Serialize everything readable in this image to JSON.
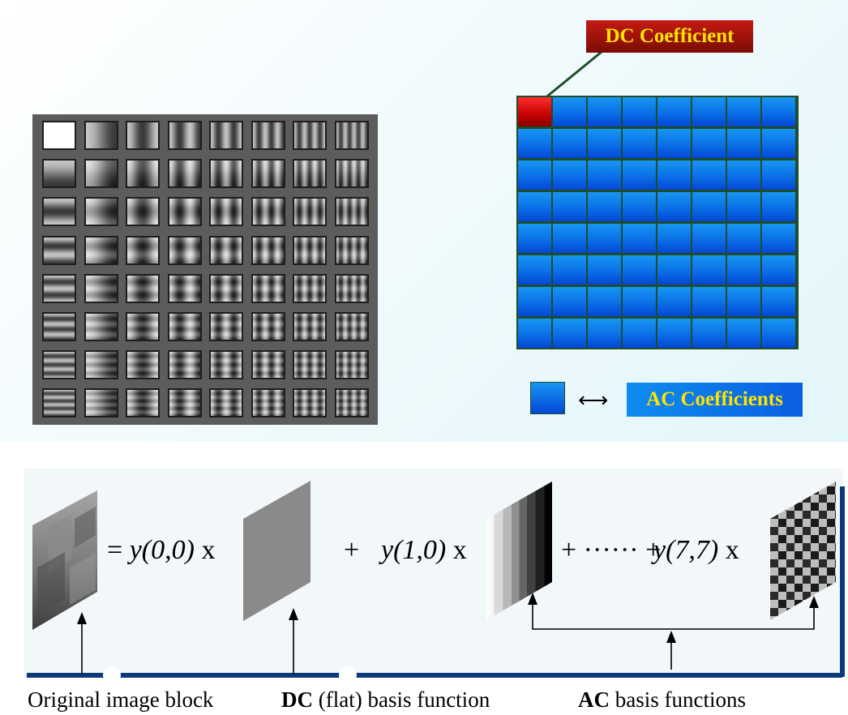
{
  "labels": {
    "dc_coefficient": "DC Coefficient",
    "ac_coefficients": "AC Coefficients",
    "arrow_symbol": "⟷"
  },
  "coefficient_grid": {
    "rows": 8,
    "cols": 8
  },
  "basis_grid": {
    "rows": 8,
    "cols": 8
  },
  "equation": {
    "term1_prefix": "= ",
    "term1_coef": "y(0,0)",
    "term1_times": " x",
    "plus1": "+",
    "term2_coef": "y(1,0)",
    "term2_times": " x",
    "ellipsis": "+ ······ +",
    "term3_coef": "y(7,7)",
    "term3_times": " x"
  },
  "captions": {
    "original": "Original image block",
    "dc_bold": "DC",
    "dc_rest": " (flat) basis function",
    "ac_bold": "AC",
    "ac_rest": " basis functions"
  },
  "colors": {
    "dc_cell": "#c40000",
    "ac_cell": "#0a6fe6",
    "label_text": "#ffe400",
    "panel_border": "#0b3a7a"
  }
}
